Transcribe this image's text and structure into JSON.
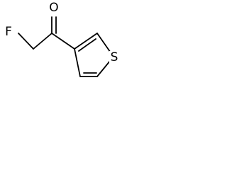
{
  "molecule": {
    "atoms": {
      "oxygen": "O",
      "fluorine": "F",
      "sulfur": "S"
    }
  }
}
